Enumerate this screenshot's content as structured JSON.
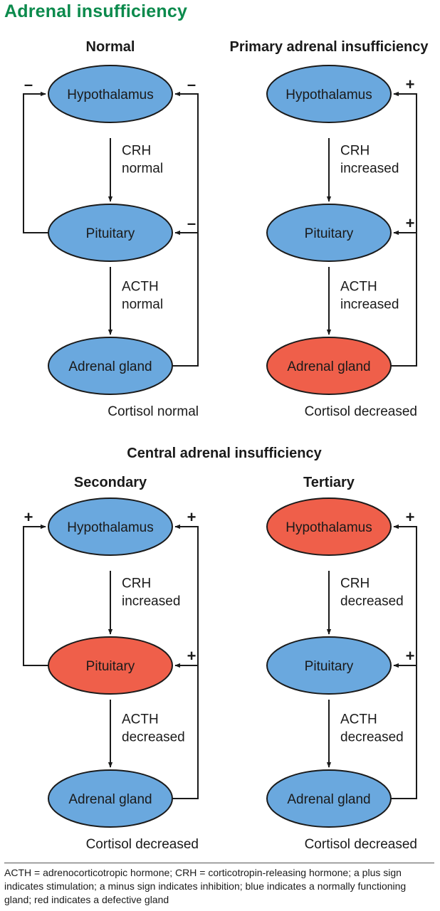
{
  "title": "Adrenal insufficiency",
  "section_central": "Central adrenal insufficiency",
  "colors": {
    "title": "#0b8a4c",
    "normal_gland": "#6aa8de",
    "defective_gland": "#ef5f4a",
    "stroke": "#1a1a1a"
  },
  "panels": [
    {
      "title": "Normal",
      "nodes": [
        {
          "label": "Hypothalamus",
          "state": "normal"
        },
        {
          "label": "Pituitary",
          "state": "normal"
        },
        {
          "label": "Adrenal gland",
          "state": "normal"
        }
      ],
      "crh": [
        "CRH",
        "normal"
      ],
      "acth": [
        "ACTH",
        "normal"
      ],
      "cortisol": "Cortisol normal",
      "feedback_left_hypothalamus": "–",
      "feedback_right_hypothalamus": "–",
      "feedback_right_pituitary": "–",
      "has_left_loop": true
    },
    {
      "title": "Primary adrenal insufficiency",
      "nodes": [
        {
          "label": "Hypothalamus",
          "state": "normal"
        },
        {
          "label": "Pituitary",
          "state": "normal"
        },
        {
          "label": "Adrenal gland",
          "state": "defective"
        }
      ],
      "crh": [
        "CRH",
        "increased"
      ],
      "acth": [
        "ACTH",
        "increased"
      ],
      "cortisol": "Cortisol decreased",
      "feedback_left_hypothalamus": "",
      "feedback_right_hypothalamus": "+",
      "feedback_right_pituitary": "+",
      "has_left_loop": false
    },
    {
      "title": "Secondary",
      "nodes": [
        {
          "label": "Hypothalamus",
          "state": "normal"
        },
        {
          "label": "Pituitary",
          "state": "defective"
        },
        {
          "label": "Adrenal gland",
          "state": "normal"
        }
      ],
      "crh": [
        "CRH",
        "increased"
      ],
      "acth": [
        "ACTH",
        "decreased"
      ],
      "cortisol": "Cortisol decreased",
      "feedback_left_hypothalamus": "+",
      "feedback_right_hypothalamus": "+",
      "feedback_right_pituitary": "+",
      "has_left_loop": true
    },
    {
      "title": "Tertiary",
      "nodes": [
        {
          "label": "Hypothalamus",
          "state": "defective"
        },
        {
          "label": "Pituitary",
          "state": "normal"
        },
        {
          "label": "Adrenal gland",
          "state": "normal"
        }
      ],
      "crh": [
        "CRH",
        "decreased"
      ],
      "acth": [
        "ACTH",
        "decreased"
      ],
      "cortisol": "Cortisol decreased",
      "feedback_left_hypothalamus": "",
      "feedback_right_hypothalamus": "+",
      "feedback_right_pituitary": "+",
      "has_left_loop": false
    }
  ],
  "footnote": "ACTH = adrenocorticotropic hormone; CRH = corticotropin-releasing hormone; a plus sign indicates stimulation; a minus sign indicates inhibition; blue indicates a normally functioning gland; red indicates a defective gland"
}
